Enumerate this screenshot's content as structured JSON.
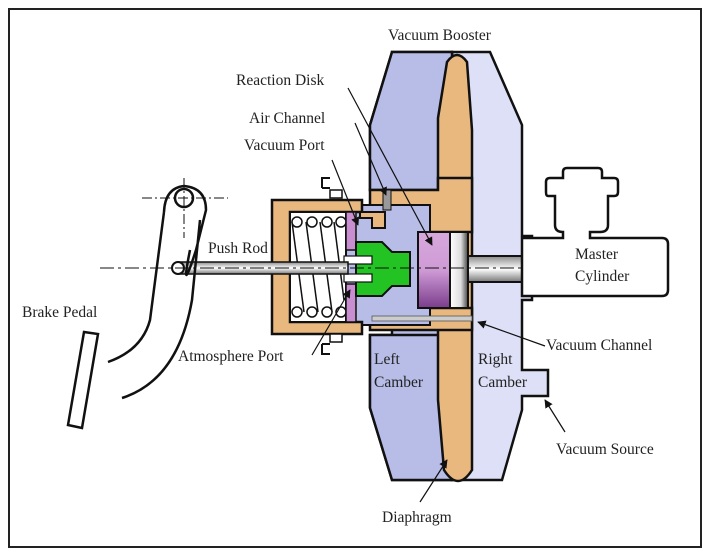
{
  "title": "Vacuum Booster",
  "labels": {
    "vacuum_booster": "Vacuum Booster",
    "reaction_disk": "Reaction Disk",
    "air_channel": "Air Channel",
    "vacuum_port": "Vacuum Port",
    "push_rod": "Push Rod",
    "brake_pedal": "Brake Pedal",
    "atmosphere_port": "Atmosphere Port",
    "master_cylinder_1": "Master",
    "master_cylinder_2": "Cylinder",
    "vacuum_channel": "Vacuum Channel",
    "left_camber_1": "Left",
    "left_camber_2": "Camber",
    "right_camber_1": "Right",
    "right_camber_2": "Camber",
    "vacuum_source": "Vacuum Source",
    "diaphragm": "Diaphragm"
  },
  "colors": {
    "left_chamber": "#b8bde8",
    "right_chamber": "#dde0f6",
    "diaphragm": "#e8b87e",
    "valve_green": "#22c322",
    "reaction_disk": "#c98ed0",
    "outline": "#111111"
  }
}
